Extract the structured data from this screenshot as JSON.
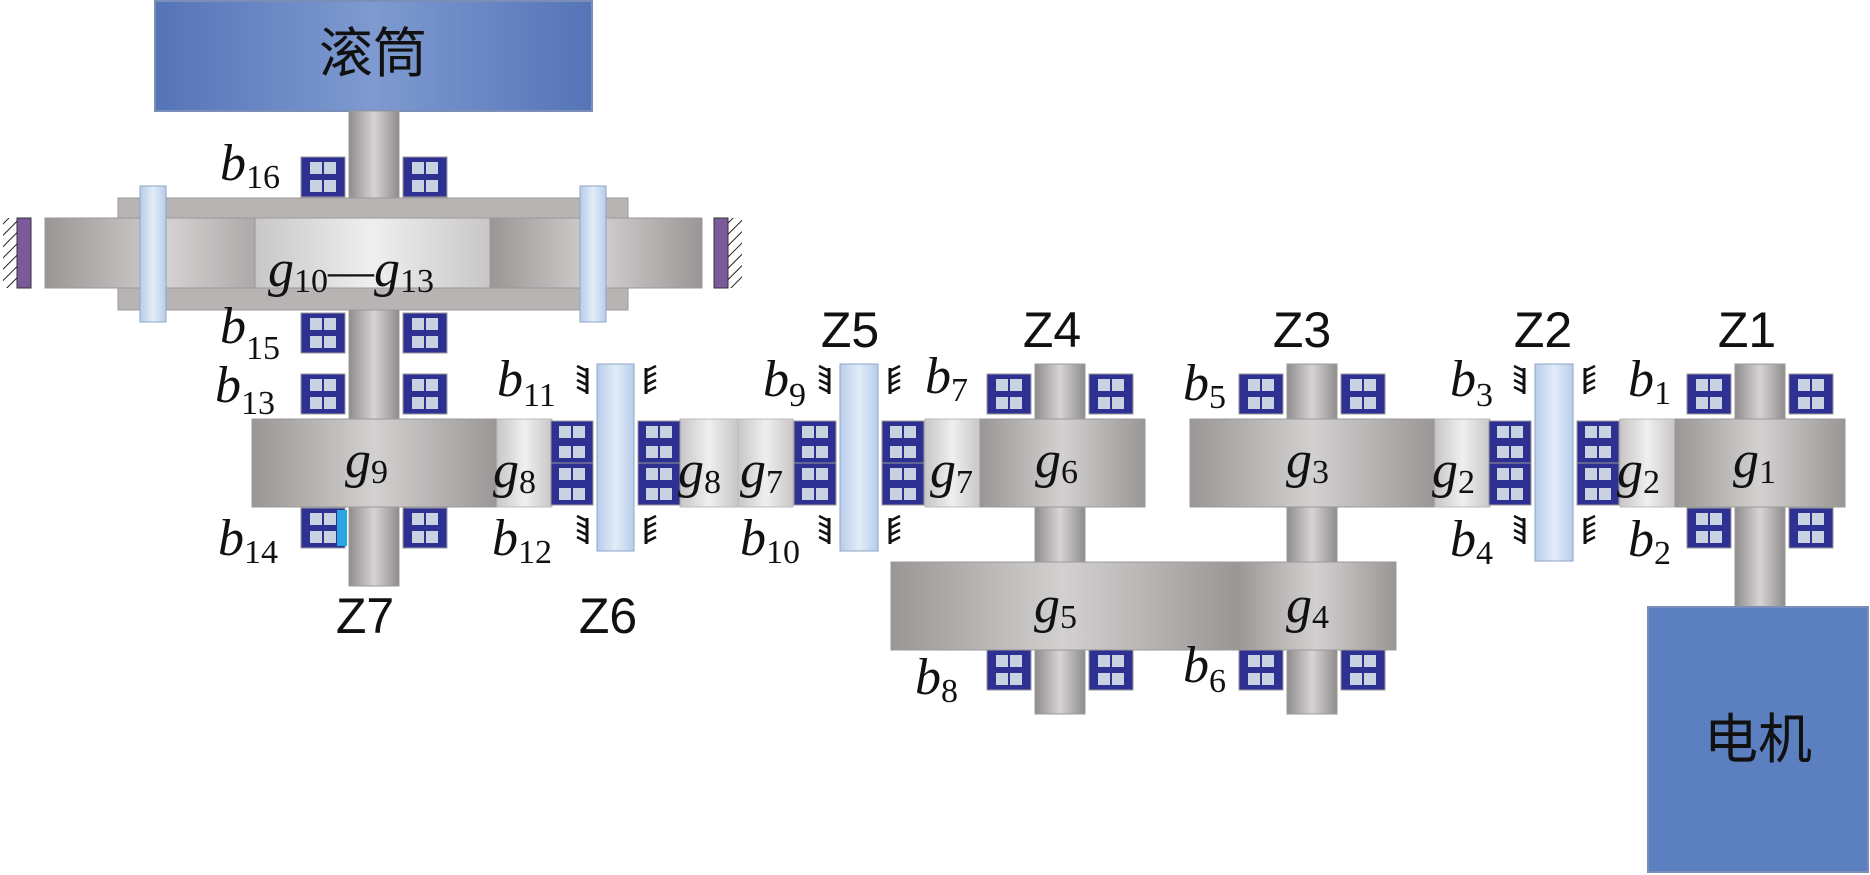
{
  "blocks": {
    "drum": "滚筒",
    "motor": "电机"
  },
  "shafts": {
    "Z1": "Z1",
    "Z2": "Z2",
    "Z3": "Z3",
    "Z4": "Z4",
    "Z5": "Z5",
    "Z6": "Z6",
    "Z7": "Z7"
  },
  "gears": {
    "g1": {
      "base": "g",
      "sub": "1"
    },
    "g2a": {
      "base": "g",
      "sub": "2"
    },
    "g2b": {
      "base": "g",
      "sub": "2"
    },
    "g3": {
      "base": "g",
      "sub": "3"
    },
    "g4": {
      "base": "g",
      "sub": "4"
    },
    "g5": {
      "base": "g",
      "sub": "5"
    },
    "g6": {
      "base": "g",
      "sub": "6"
    },
    "g7a": {
      "base": "g",
      "sub": "7"
    },
    "g7b": {
      "base": "g",
      "sub": "7"
    },
    "g8a": {
      "base": "g",
      "sub": "8"
    },
    "g8b": {
      "base": "g",
      "sub": "8"
    },
    "g9": {
      "base": "g",
      "sub": "9"
    },
    "g10_13": {
      "base1": "g",
      "sub1": "10",
      "dash": "—",
      "base2": "g",
      "sub2": "13"
    }
  },
  "bearings": {
    "b1": {
      "base": "b",
      "sub": "1"
    },
    "b2": {
      "base": "b",
      "sub": "2"
    },
    "b3": {
      "base": "b",
      "sub": "3"
    },
    "b4": {
      "base": "b",
      "sub": "4"
    },
    "b5": {
      "base": "b",
      "sub": "5"
    },
    "b6": {
      "base": "b",
      "sub": "6"
    },
    "b7": {
      "base": "b",
      "sub": "7"
    },
    "b8": {
      "base": "b",
      "sub": "8"
    },
    "b9": {
      "base": "b",
      "sub": "9"
    },
    "b10": {
      "base": "b",
      "sub": "10"
    },
    "b11": {
      "base": "b",
      "sub": "11"
    },
    "b12": {
      "base": "b",
      "sub": "12"
    },
    "b13": {
      "base": "b",
      "sub": "13"
    },
    "b14": {
      "base": "b",
      "sub": "14"
    },
    "b15": {
      "base": "b",
      "sub": "15"
    },
    "b16": {
      "base": "b",
      "sub": "16"
    }
  },
  "colors": {
    "block_blue": "#5b7fbf",
    "gear_gray": "#a9a5a5",
    "shaft_gray": "#a8a5a6",
    "bearing_blue": "#2e3192",
    "shaft_light": "#c5d6ee",
    "housing_purple": "#7b5a9b"
  }
}
